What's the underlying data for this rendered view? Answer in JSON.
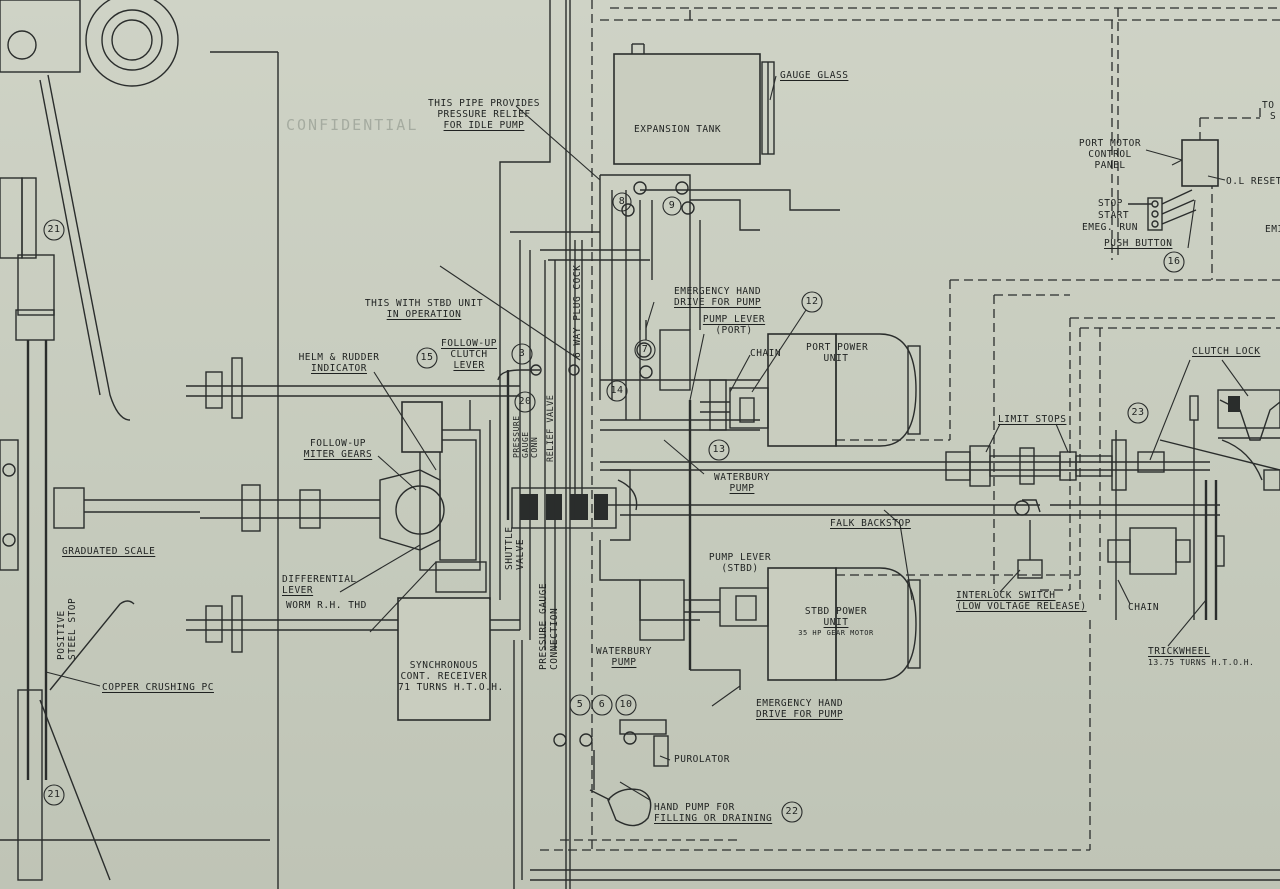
{
  "faint_stamp": "CONFIDENTIAL",
  "labels": {
    "gauge_glass": "GAUGE GLASS",
    "pipe_relief": [
      "THIS PIPE PROVIDES",
      "PRESSURE RELIEF",
      "FOR IDLE PUMP"
    ],
    "expansion_tank": "EXPANSION TANK",
    "to_s": [
      "TO",
      "S"
    ],
    "port_motor_panel": [
      "PORT MOTOR",
      "CONTROL",
      "PANEL"
    ],
    "ol_reset": "O.L RESET",
    "stop": "STOP",
    "start": "START",
    "emeg_run": "EMEG. RUN",
    "emi": "EMI",
    "push_button": "PUSH BUTTON",
    "this_with_stbd": [
      "THIS WITH STBD UNIT",
      "IN OPERATION"
    ],
    "emergency_hand_top": [
      "EMERGENCY HAND",
      "DRIVE FOR PUMP"
    ],
    "pump_lever_port": [
      "PUMP LEVER",
      "(PORT)"
    ],
    "chain_top": "CHAIN",
    "port_power_unit": [
      "PORT POWER",
      "UNIT"
    ],
    "follow_up_clutch": [
      "FOLLOW-UP",
      "CLUTCH",
      "LEVER"
    ],
    "helm_rudder": [
      "HELM & RUDDER",
      "INDICATOR"
    ],
    "six_way": "6 WAY PLUG COCK",
    "pressure_gauge": [
      "PRESSURE",
      "GAUGE",
      "CONN"
    ],
    "relief_valve": "RELIEF VALVE",
    "clutch_lock": "CLUTCH LOCK",
    "limit_stops": "LIMIT STOPS",
    "follow_up_miter": [
      "FOLLOW-UP",
      "MITER GEARS"
    ],
    "waterbury_pump_top": [
      "WATERBURY",
      "PUMP"
    ],
    "falk_backstop": "FALK BACKSTOP",
    "graduated_scale": "GRADUATED SCALE",
    "differential_lever": [
      "DIFFERENTIAL",
      "LEVER"
    ],
    "worm": "WORM R.H. THD",
    "shuttle_valve": [
      "SHUTTLE",
      "VALVE"
    ],
    "pressure_gauge_conn": [
      "PRESSURE GAUGE",
      "CONNECTION"
    ],
    "pump_lever_stbd": [
      "PUMP LEVER",
      "(STBD)"
    ],
    "stbd_power_unit": [
      "STBD POWER",
      "UNIT",
      "35 HP GEAR MOTOR"
    ],
    "interlock": [
      "INTERLOCK SWITCH",
      "(LOW VOLTAGE RELEASE)"
    ],
    "chain_bottom": "CHAIN",
    "positive_stop": [
      "POSITIVE",
      "STEEL STOP"
    ],
    "synchronous": [
      "SYNCHRONOUS",
      "CONT. RECEIVER",
      "71 TURNS H.T.O.H."
    ],
    "waterbury_pump_bottom": [
      "WATERBURY",
      "PUMP"
    ],
    "trickwheel": [
      "TRICKWHEEL",
      "13.75 TURNS H.T.O.H."
    ],
    "copper": "COPPER CRUSHING PC",
    "emergency_hand_bottom": [
      "EMERGENCY HAND",
      "DRIVE FOR PUMP"
    ],
    "purolator": "PUROLATOR",
    "hand_pump": [
      "HAND PUMP FOR",
      "FILLING OR DRAINING"
    ]
  },
  "numbers": [
    "21",
    "16",
    "12",
    "15",
    "3",
    "7",
    "14",
    "13",
    "20",
    "23",
    "5",
    "6",
    "10",
    "22",
    "21",
    "8",
    "9"
  ]
}
